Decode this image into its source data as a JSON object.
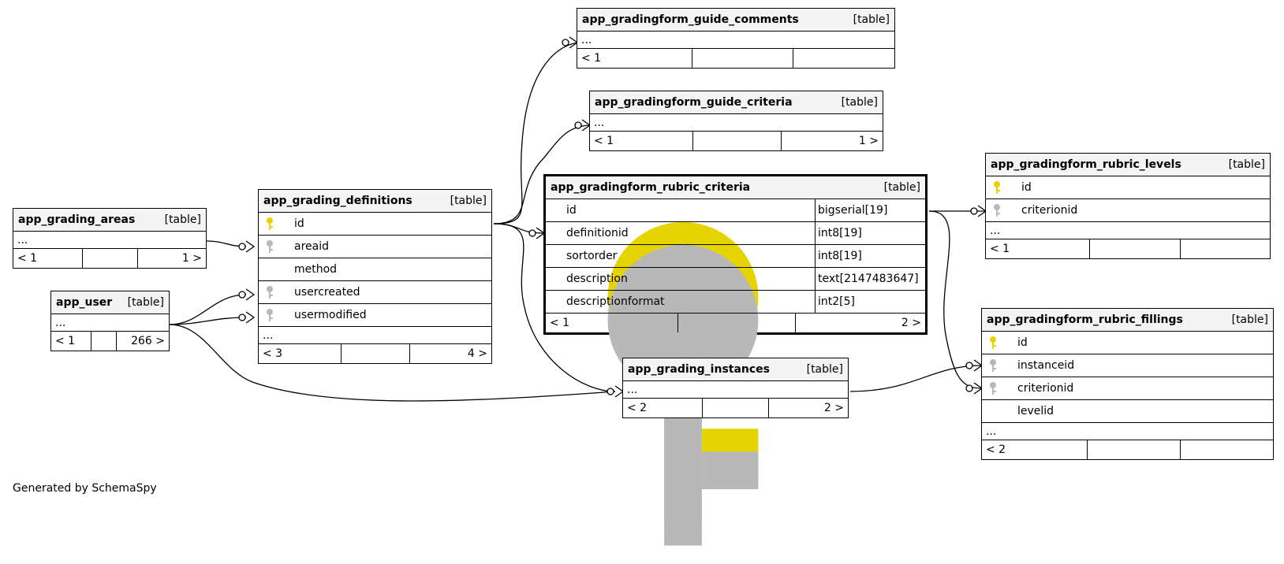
{
  "footer_text": "Generated by SchemaSpy",
  "colors": {
    "primary_key": "#e6d400",
    "foreign_key": "#b8b8b8",
    "header_bg": "#f4f4f4"
  },
  "tables": {
    "app_grading_areas": {
      "name": "app_grading_areas",
      "type": "[table]",
      "more": "...",
      "footer": [
        "< 1",
        "",
        "1 >"
      ]
    },
    "app_user": {
      "name": "app_user",
      "type": "[table]",
      "more": "...",
      "footer": [
        "< 1",
        "",
        "266 >"
      ]
    },
    "app_grading_definitions": {
      "name": "app_grading_definitions",
      "type": "[table]",
      "more": "...",
      "columns": [
        {
          "name": "id",
          "key": "primary"
        },
        {
          "name": "areaid",
          "key": "foreign"
        },
        {
          "name": "method",
          "key": ""
        },
        {
          "name": "usercreated",
          "key": "foreign"
        },
        {
          "name": "usermodified",
          "key": "foreign"
        }
      ],
      "footer": [
        "< 3",
        "",
        "4 >"
      ]
    },
    "app_gradingform_guide_comments": {
      "name": "app_gradingform_guide_comments",
      "type": "[table]",
      "more": "...",
      "footer": [
        "< 1",
        "",
        ""
      ]
    },
    "app_gradingform_guide_criteria": {
      "name": "app_gradingform_guide_criteria",
      "type": "[table]",
      "more": "...",
      "footer": [
        "< 1",
        "",
        "1 >"
      ]
    },
    "app_gradingform_rubric_criteria": {
      "name": "app_gradingform_rubric_criteria",
      "type": "[table]",
      "columns": [
        {
          "name": "id",
          "datatype": "bigserial[19]",
          "key": "primary"
        },
        {
          "name": "definitionid",
          "datatype": "int8[19]",
          "key": "foreign"
        },
        {
          "name": "sortorder",
          "datatype": "int8[19]",
          "key": ""
        },
        {
          "name": "description",
          "datatype": "text[2147483647]",
          "key": ""
        },
        {
          "name": "descriptionformat",
          "datatype": "int2[5]",
          "key": ""
        }
      ],
      "footer": [
        "< 1",
        "",
        "2 >"
      ]
    },
    "app_gradingform_rubric_levels": {
      "name": "app_gradingform_rubric_levels",
      "type": "[table]",
      "more": "...",
      "columns": [
        {
          "name": "id",
          "key": "primary"
        },
        {
          "name": "criterionid",
          "key": "foreign"
        }
      ],
      "footer": [
        "< 1",
        "",
        ""
      ]
    },
    "app_grading_instances": {
      "name": "app_grading_instances",
      "type": "[table]",
      "more": "...",
      "footer": [
        "< 2",
        "",
        "2 >"
      ]
    },
    "app_gradingform_rubric_fillings": {
      "name": "app_gradingform_rubric_fillings",
      "type": "[table]",
      "more": "...",
      "columns": [
        {
          "name": "id",
          "key": "primary"
        },
        {
          "name": "instanceid",
          "key": "foreign"
        },
        {
          "name": "criterionid",
          "key": "foreign"
        },
        {
          "name": "levelid",
          "key": ""
        }
      ],
      "footer": [
        "< 2",
        "",
        ""
      ]
    }
  }
}
